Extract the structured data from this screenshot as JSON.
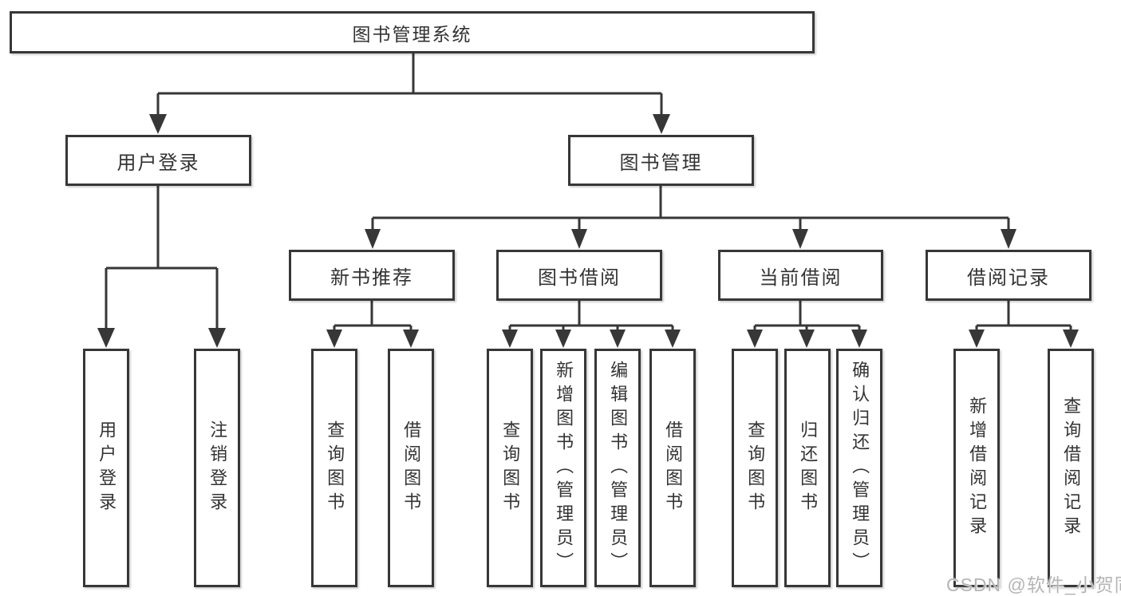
{
  "tree": {
    "label": "图书管理系统",
    "children": [
      {
        "label": "用户登录",
        "children": [
          {
            "label": "用户登录"
          },
          {
            "label": "注销登录"
          }
        ]
      },
      {
        "label": "图书管理",
        "children": [
          {
            "label": "新书推荐",
            "children": [
              {
                "label": "查询图书"
              },
              {
                "label": "借阅图书"
              }
            ]
          },
          {
            "label": "图书借阅",
            "children": [
              {
                "label": "查询图书"
              },
              {
                "label": "新增图书（管理员）"
              },
              {
                "label": "编辑图书（管理员）"
              },
              {
                "label": "借阅图书"
              }
            ]
          },
          {
            "label": "当前借阅",
            "children": [
              {
                "label": "查询图书"
              },
              {
                "label": "归还图书"
              },
              {
                "label": "确认归还（管理员）"
              }
            ]
          },
          {
            "label": "借阅记录",
            "children": [
              {
                "label": "新增借阅记录"
              },
              {
                "label": "查询借阅记录"
              }
            ]
          }
        ]
      }
    ]
  },
  "watermark": {
    "text": "CSDN @软件_小贺同学"
  },
  "colors": {
    "line": "#373737",
    "box_border": "#373737",
    "box_fill": "#ffffff",
    "text": "#333333",
    "watermark": "#b5b5b5",
    "background": "#ffffff"
  }
}
